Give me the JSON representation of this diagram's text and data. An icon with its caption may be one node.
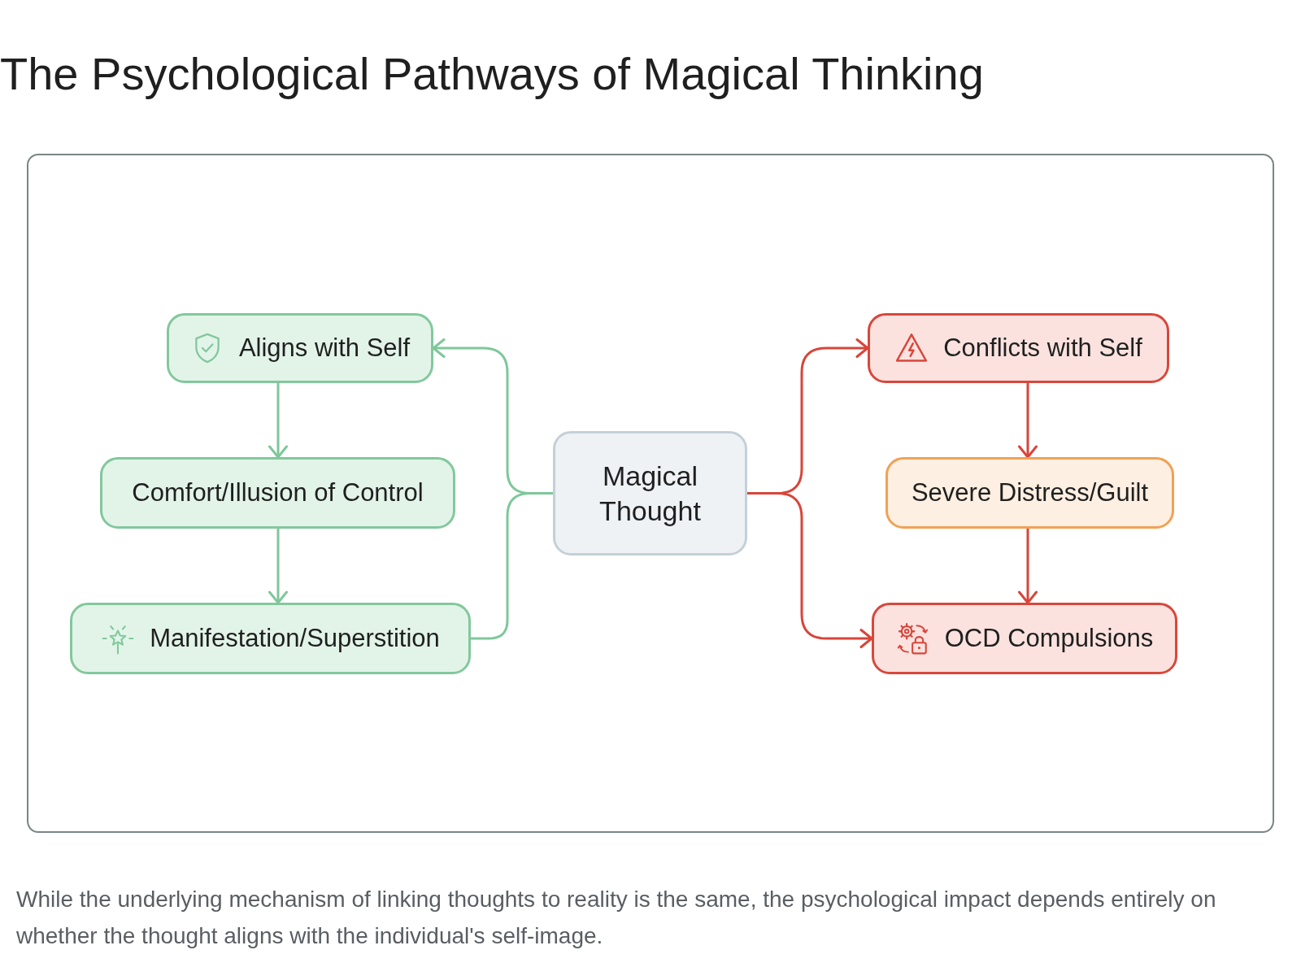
{
  "diagram": {
    "title": "The Psychological Pathways of Magical Thinking",
    "caption": "While the underlying mechanism of linking thoughts to reality is the same, the psychological impact depends entirely on whether the thought aligns with the individual's self-image.",
    "nodes": [
      {
        "text": [
          "Aligns with Self"
        ]
      },
      {
        "text": [
          "Comfort/Illusion of Control"
        ]
      },
      {
        "text": [
          "Manifestation/Superstition"
        ]
      },
      {
        "text": [
          "Magical Thought"
        ]
      },
      {
        "text": [
          "Conflicts with Self"
        ]
      },
      {
        "text": [
          "Severe Distress/Guilt"
        ]
      },
      {
        "text": [
          "OCD Compulsions"
        ]
      }
    ],
    "edges": [
      {
        "from": 3,
        "to": 0,
        "arrow": "to",
        "color": "#7fc79b"
      },
      {
        "from": 0,
        "to": 1,
        "arrow": "to",
        "color": "#7fc79b"
      },
      {
        "from": 1,
        "to": 2,
        "arrow": "to",
        "color": "#7fc79b"
      },
      {
        "from": 2,
        "to": 3,
        "arrow": "none",
        "color": "#7fc79b"
      },
      {
        "from": 3,
        "to": 4,
        "arrow": "to",
        "color": "#d8453a"
      },
      {
        "from": 3,
        "to": 6,
        "arrow": "to",
        "color": "#d8453a"
      },
      {
        "from": 4,
        "to": 5,
        "arrow": "to",
        "color": "#d8453a"
      },
      {
        "from": 5,
        "to": 6,
        "arrow": "to",
        "color": "#d8453a"
      }
    ]
  }
}
